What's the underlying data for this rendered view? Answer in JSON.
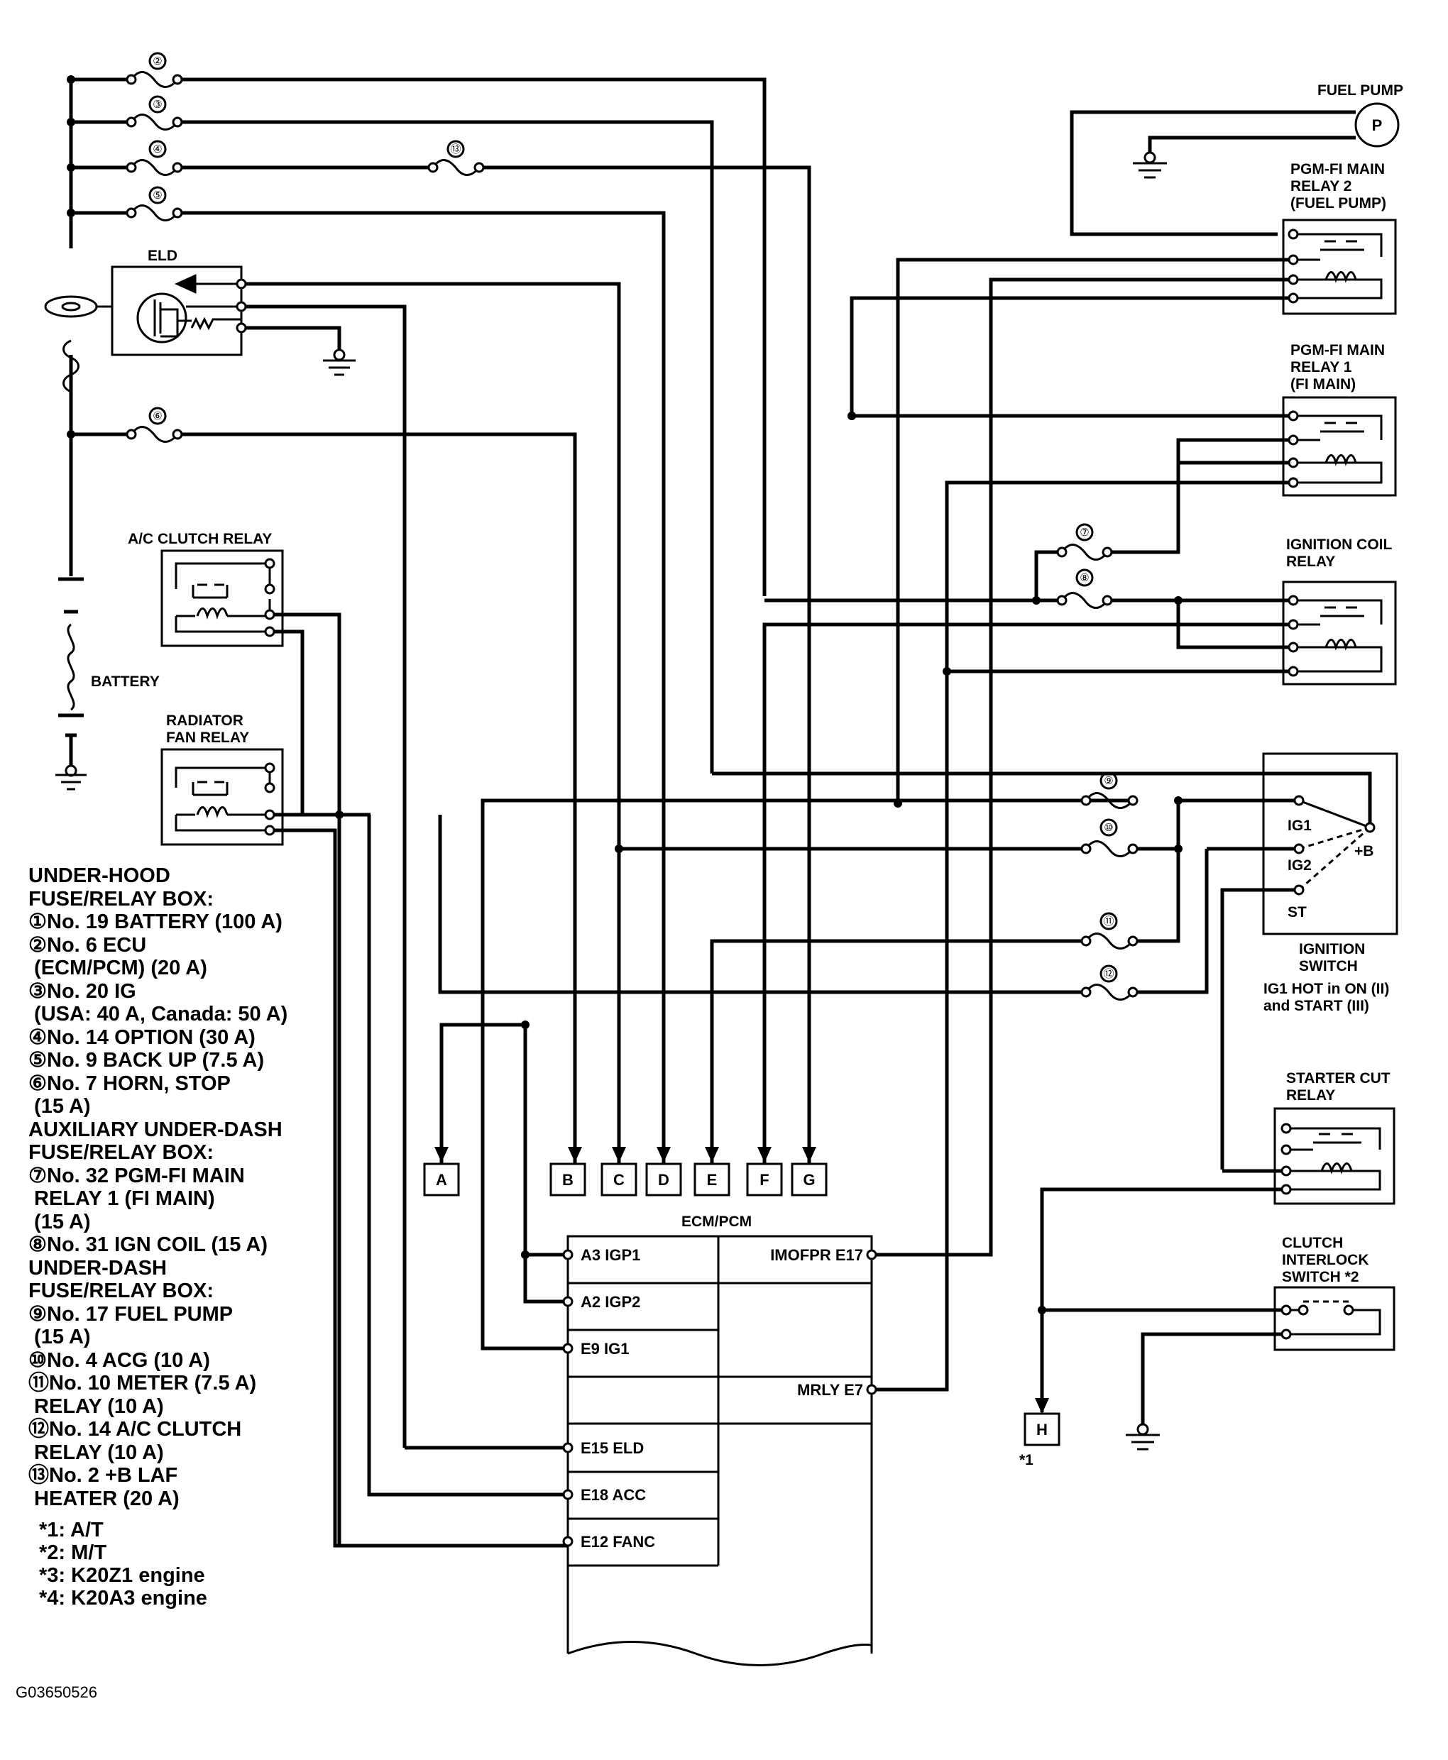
{
  "labels": {
    "fuel_pump": "FUEL PUMP",
    "pump_symbol": "P",
    "pgm_fi_relay2": [
      "PGM-FI MAIN",
      "RELAY 2",
      "(FUEL PUMP)"
    ],
    "pgm_fi_relay1": [
      "PGM-FI MAIN",
      "RELAY 1",
      "(FI MAIN)"
    ],
    "ignition_coil_relay": [
      "IGNITION COIL",
      "RELAY"
    ],
    "eld": "ELD",
    "ac_clutch_relay": "A/C CLUTCH RELAY",
    "radiator_fan_relay": [
      "RADIATOR",
      "FAN RELAY"
    ],
    "battery": "BATTERY",
    "ignition_switch": [
      "IGNITION",
      "SWITCH"
    ],
    "ignition_note": [
      "IG1 HOT in ON (II)",
      "and START (III)"
    ],
    "switch_ig1": "IG1",
    "switch_ig2": "IG2",
    "switch_st": "ST",
    "switch_b": "+B",
    "starter_cut_relay": [
      "STARTER CUT",
      "RELAY"
    ],
    "clutch_interlock": [
      "CLUTCH",
      "INTERLOCK",
      "SWITCH *2"
    ],
    "ecm_title": "ECM/PCM",
    "h_note": "*1"
  },
  "fuse_numbers": [
    "②",
    "③",
    "④",
    "⑬",
    "⑤",
    "⑥",
    "⑦",
    "⑧",
    "⑨",
    "⑩",
    "⑪",
    "⑫"
  ],
  "connectors": [
    "A",
    "B",
    "C",
    "D",
    "E",
    "F",
    "G",
    "H"
  ],
  "ecm_pins_left": [
    "A3 IGP1",
    "A2 IGP2",
    "E9 IG1",
    "E15 ELD",
    "E18 ACC",
    "E12 FANC"
  ],
  "ecm_pins_right": [
    "IMOFPR E17",
    "MRLY E7"
  ],
  "legend": [
    "UNDER-HOOD",
    "FUSE/RELAY BOX:",
    "①No. 19 BATTERY (100 A)",
    "②No. 6 ECU",
    " (ECM/PCM) (20 A)",
    "③No. 20 IG",
    " (USA: 40 A, Canada: 50 A)",
    "④No. 14 OPTION (30 A)",
    "⑤No. 9 BACK UP (7.5 A)",
    "⑥No. 7 HORN, STOP",
    " (15 A)",
    "AUXILIARY UNDER-DASH",
    "FUSE/RELAY BOX:",
    "⑦No. 32 PGM-FI MAIN",
    " RELAY 1 (FI MAIN)",
    " (15 A)",
    "⑧No. 31 IGN COIL (15 A)",
    "UNDER-DASH",
    "FUSE/RELAY BOX:",
    "⑨No. 17 FUEL PUMP",
    " (15 A)",
    "⑩No. 4 ACG (10 A)",
    "⑪No. 10 METER (7.5 A)",
    " RELAY (10 A)",
    "⑫No. 14 A/C CLUTCH",
    " RELAY (10 A)",
    "⑬No. 2 +B LAF",
    " HEATER (20 A)"
  ],
  "notes": [
    "*1: A/T",
    "*2: M/T",
    "*3: K20Z1 engine",
    "*4: K20A3 engine"
  ],
  "figure_code": "G03650526"
}
